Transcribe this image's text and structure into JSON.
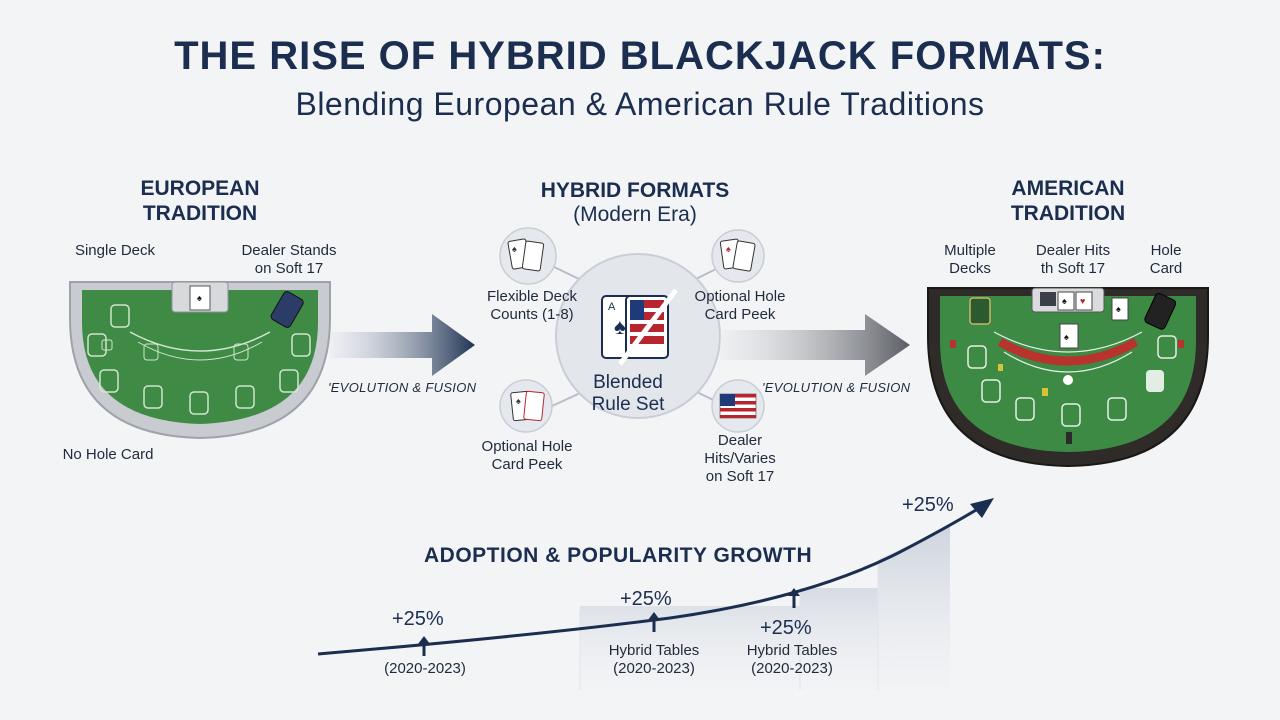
{
  "title": "THE RISE OF HYBRID BLACKJACK FORMATS:",
  "subtitle": "Blending European & American Rule Traditions",
  "european": {
    "heading": "EUROPEAN\nTRADITION",
    "label_single_deck": "Single Deck",
    "label_dealer_stands": "Dealer Stands\non Soft 17",
    "label_no_hole": "No Hole Card"
  },
  "hybrid": {
    "heading": "HYBRID FORMATS",
    "subheading": "(Modern Era)",
    "center_label": "Blended\nRule Set",
    "label_flexible": "Flexible Deck\nCounts (1-8)",
    "label_optional_top": "Optional Hole\nCard Peek",
    "label_optional_bottom": "Optional Hole\nCard Peek",
    "label_dealer_hits": "Dealer\nHits/Varies\non Soft 17"
  },
  "american": {
    "heading": "AMERICAN\nTRADITION",
    "label_multiple": "Multiple\nDecks",
    "label_dealer_hits": "Dealer Hits\nth Soft 17",
    "label_hole": "Hole\nCard"
  },
  "arrows": {
    "left": "'EVOLUTION & FUSION",
    "right": "'EVOLUTION & FUSION"
  },
  "growth": {
    "title": "ADOPTION & POPULARITY GROWTH",
    "points": [
      {
        "pct": "+25%",
        "label": "(2020-2023)"
      },
      {
        "pct": "+25%",
        "label": "Hybrid Tables\n(2020-2023)"
      },
      {
        "pct": "+25%",
        "label": "Hybrid Tables\n(2020-2023)"
      },
      {
        "pct": "+25%",
        "label": ""
      }
    ]
  },
  "colors": {
    "navy": "#1b2e4f",
    "felt": "#3f8a45",
    "felt_dark": "#2f6b36",
    "rim_light": "#c9ccd1",
    "rim_dark": "#2f2b28"
  }
}
